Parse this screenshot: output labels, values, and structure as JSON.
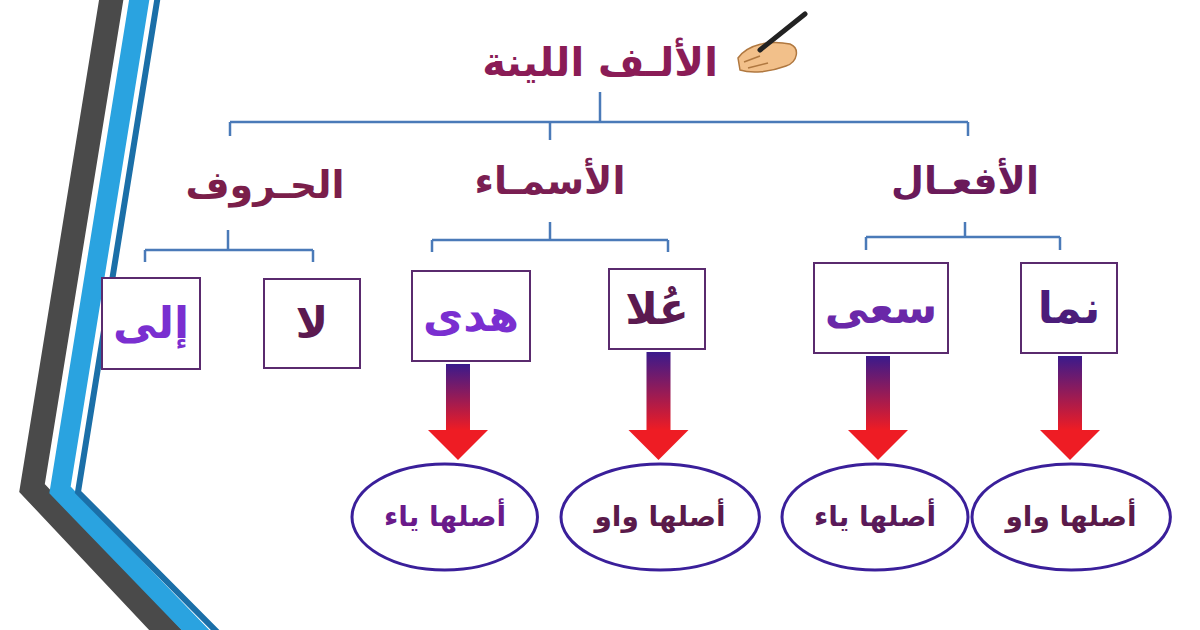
{
  "diagram": {
    "title": "الألـف اللينة",
    "nodes": [
      {
        "text": [
          "نما"
        ]
      },
      {
        "text": [
          "سعى"
        ]
      },
      {
        "text": [
          "عُلا"
        ]
      },
      {
        "text": [
          "هدى"
        ]
      },
      {
        "text": [
          "لا"
        ]
      },
      {
        "text": [
          "إلى"
        ]
      },
      {
        "text": [
          "أصلها واو"
        ]
      },
      {
        "text": [
          "أصلها ياء"
        ]
      },
      {
        "text": [
          "أصلها واو"
        ]
      },
      {
        "text": [
          "أصلها ياء"
        ]
      }
    ],
    "edges": [
      {
        "from": 0,
        "to": 6,
        "arrow": "to"
      },
      {
        "from": 1,
        "to": 7,
        "arrow": "to"
      },
      {
        "from": 2,
        "to": 8,
        "arrow": "to"
      },
      {
        "from": 3,
        "to": 9,
        "arrow": "to"
      }
    ],
    "labels": [
      "الأفعـال",
      "الأسمـاء",
      "الحـروف"
    ]
  }
}
